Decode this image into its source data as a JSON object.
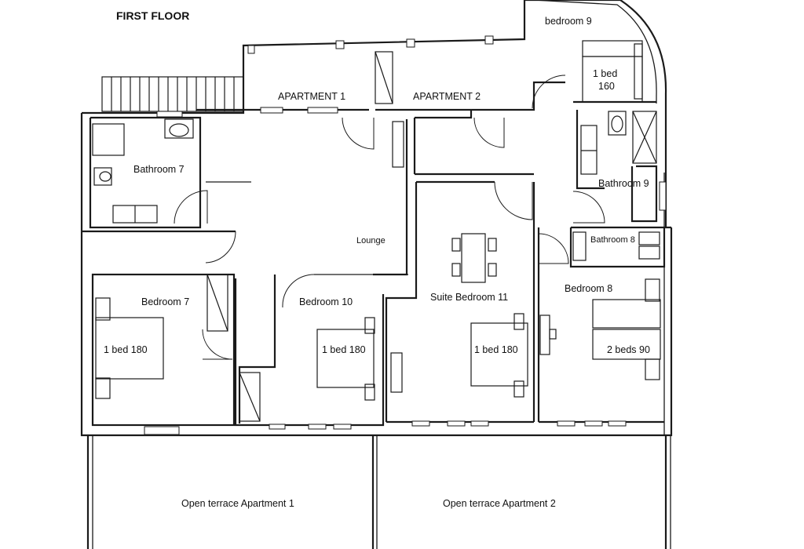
{
  "title": "FIRST FLOOR",
  "apartments": {
    "a1": "APARTMENT 1",
    "a2": "APARTMENT 2"
  },
  "rooms": {
    "bedroom9": "bedroom 9",
    "bed9": [
      "1 bed",
      "160"
    ],
    "bathroom7": "Bathroom 7",
    "bathroom9": "Bathroom 9",
    "bathroom8": "Bathroom 8",
    "lounge": "Lounge",
    "bedroom7": "Bedroom 7",
    "bed7": "1 bed 180",
    "bedroom10": "Bedroom 10",
    "bed10": "1 bed 180",
    "suite11": "Suite Bedroom 11",
    "bed11": "1 bed 180",
    "bedroom8": "Bedroom 8",
    "bed8": "2 beds 90"
  },
  "terraces": {
    "t1": "Open terrace Apartment 1",
    "t2": "Open terrace Apartment 2"
  }
}
